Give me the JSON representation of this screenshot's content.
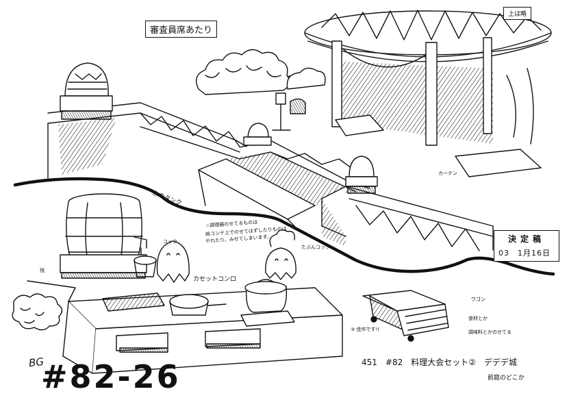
{
  "labels": {
    "top_note": "審査員席あたり",
    "top_right": "上は略",
    "curtain": "カーテン",
    "water_tank": "水のタンク",
    "gas_stove": "カセットコンロ",
    "table_note_line1": "☆調理器のせてるものは",
    "table_note_line2": "絵コンテ上でのせてはずしたりものは",
    "table_note_line3": "やれたり、みせてしまいます。",
    "cook_right": "たぶんコック",
    "cook_left": "コック",
    "wagon_line1": "ワゴン",
    "wagon_line2": "食材とか",
    "wagon_line3": "調味料とかのせてる",
    "leftover": "残",
    "bottom_left_note": "③ 佳作です!!",
    "footer_info": "451　#82　料理大会セット②　デデデ城",
    "footer_info2": "前庭のどこか"
  },
  "stamp": {
    "title": "決定稿",
    "date": "03　1月16日"
  },
  "sheet_code": {
    "bg": "BG",
    "number": "#82-26"
  },
  "colors": {
    "ink": "#111111",
    "paper": "#ffffff"
  }
}
